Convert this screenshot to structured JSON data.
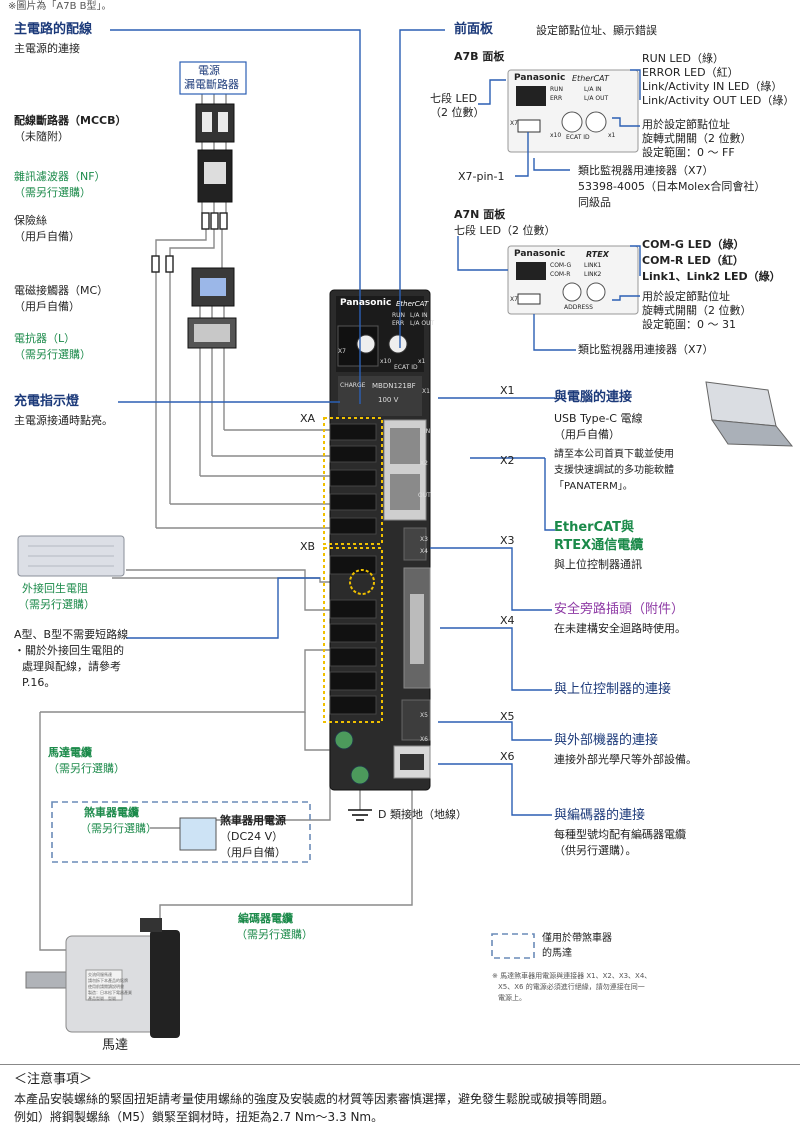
{
  "note_top": "※圖片為「A7B B型」。",
  "main_circuit": {
    "title": "主電路的配線",
    "sub": "主電源的連接"
  },
  "power_box": {
    "line1": "電源",
    "line2": "漏電斷路器"
  },
  "mccb": {
    "title": "配線斷路器（MCCB）",
    "sub": "（未隨附）"
  },
  "nf": {
    "title": "雜訊濾波器（NF）",
    "sub": "（需另行選購）"
  },
  "fuse": {
    "title": "保險絲",
    "sub": "（用戶自備）"
  },
  "mc": {
    "title": "電磁接觸器（MC）",
    "sub": "（用戶自備）"
  },
  "reactor": {
    "title": "電抗器（L）",
    "sub": "（需另行選購）"
  },
  "charge": {
    "title": "充電指示燈",
    "sub": "主電源接通時點亮。"
  },
  "regen": {
    "title": "外接回生電阻",
    "sub": "（需另行選購）"
  },
  "short_note": {
    "line1": "A型、B型不需要短路線",
    "line2": "・關於外接回生電阻的",
    "line3": "處理與配線，請參考",
    "line4": "P.16。"
  },
  "motor_cable": {
    "title": "馬達電纜",
    "sub": "（需另行選購）"
  },
  "brake_cable": {
    "title": "煞車器電纜",
    "sub": "（需另行選購）"
  },
  "brake_power": {
    "title": "煞車器用電源",
    "line2": "（DC24 V）",
    "line3": "（用戶自備）"
  },
  "encoder_cable": {
    "title": "編碼器電纜",
    "sub": "（需另行選購）"
  },
  "motor_label": "馬達",
  "ground_label": "D 類接地（地線）",
  "legend": {
    "line1": "僅用於帶煞車器",
    "line2": "的馬達"
  },
  "small_note": {
    "line1": "※ 馬達煞車器用電源與連接器 X1、X2、X3、X4、",
    "line2": "X5、X6 的電源必須進行絕緣，請勿連接在同一",
    "line3": "電源上。"
  },
  "front_panel": {
    "title": "前面板",
    "desc": "設定節點位址、顯示錯誤"
  },
  "a7b": {
    "title": "A7B 面板",
    "seg": "七段 LED",
    "seg2": "（2 位數）",
    "leds": [
      "RUN LED（綠）",
      "ERROR LED（紅）",
      "Link/Activity IN LED（綠）",
      "Link/Activity OUT LED（綠）"
    ],
    "rotary": [
      "用於設定節點位址",
      "旋轉式開關（2 位數）",
      "設定範圍：0 ～ FF"
    ],
    "x7pin": "X7-pin-1",
    "x7": [
      "類比監視器用連接器（X7）",
      "53398-4005（日本Molex合同會社）",
      "同級品"
    ],
    "brand": "Panasonic",
    "ethercat": "EtherCAT",
    "run": "RUN",
    "err": "ERR",
    "lain": "L/A IN",
    "laout": "L/A OUT",
    "x10": "x10",
    "x1": "x1",
    "ecatid": "ECAT ID",
    "x7lbl": "X7"
  },
  "a7n": {
    "title": "A7N 面板",
    "seg": "七段 LED（2 位數）",
    "leds": [
      "COM-G LED（綠）",
      "COM-R LED（紅）",
      "Link1、Link2 LED（綠）"
    ],
    "rotary": [
      "用於設定節點位址",
      "旋轉式開關（2 位數）",
      "設定範圍：0 ～ 31"
    ],
    "x7": "類比監視器用連接器（X7）",
    "brand": "Panasonic",
    "rtex": "RTEX",
    "comg": "COM-G",
    "comr": "COM-R",
    "link1": "LINK1",
    "link2": "LINK2",
    "address": "ADDRESS",
    "x7lbl": "X7"
  },
  "drive": {
    "brand": "Panasonic",
    "ethercat": "EtherCAT",
    "run": "RUN",
    "lain": "L/A IN",
    "err": "ERR",
    "laout": "L/A OUT",
    "x7": "X7",
    "x10": "x10",
    "ecatid": "ECAT ID",
    "x1": "x1",
    "charge": "CHARGE",
    "model": "MBDN121BF",
    "volt": "100 V",
    "in": "IN",
    "out": "OUT",
    "x2": "X2",
    "x3": "X3",
    "x4": "X4",
    "x5": "X5",
    "x6": "X6",
    "x1conn": "X1"
  },
  "conn_labels": {
    "xa": "XA",
    "xb": "XB",
    "x1": "X1",
    "x2": "X2",
    "x3": "X3",
    "x4": "X4",
    "x5": "X5",
    "x6": "X6"
  },
  "pc": {
    "title": "與電腦的連接",
    "line1": "USB Type-C 電線",
    "line2": "（用戶自備）",
    "line3": "請至本公司首頁下載並使用",
    "line4": "支援快速調試的多功能軟體",
    "line5": "「PANATERM」。"
  },
  "ethercat_cable": {
    "title1": "EtherCAT與",
    "title2": "RTEX通信電纜",
    "sub": "與上位控制器通訊"
  },
  "safety": {
    "title": "安全旁路插頭（附件）",
    "sub": "在未建構安全迴路時使用。"
  },
  "host": {
    "title": "與上位控制器的連接"
  },
  "ext": {
    "title": "與外部機器的連接",
    "sub": "連接外部光學尺等外部設備。"
  },
  "enc": {
    "title": "與編碼器的連接",
    "line1": "每種型號均配有編碼器電纜",
    "line2": "（供另行選購）。"
  },
  "motor_plate": {
    "l1": "交流伺服馬達",
    "l2": "請勿拆下本產品的銘牌",
    "l3": "使用前請閱讀說明書",
    "l4": "製造：日本松下電器產業",
    "l5": "產品型號　型號"
  },
  "footer": {
    "title": "＜注意事項＞",
    "line1": "本產品安裝螺絲的緊固扭矩請考量使用螺絲的強度及安裝處的材質等因素審慎選擇，避免發生鬆脫或破損等問題。",
    "line2": "例如）將鋼製螺絲（M5）鎖緊至鋼材時，扭矩為2.7 Nm～3.3 Nm。"
  },
  "colors": {
    "navy": "#1c3a7a",
    "green": "#1b8a4a",
    "purple": "#8e3aa5",
    "lead": "#2b5fb3",
    "highlight": "#f0c000"
  }
}
